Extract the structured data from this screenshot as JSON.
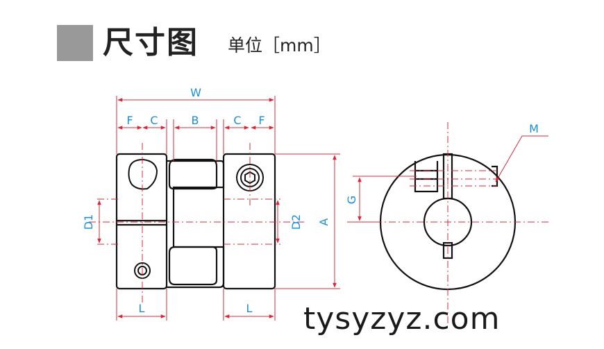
{
  "header": {
    "title": "尺寸图",
    "unit": "单位［mm］"
  },
  "watermark": "tysyzyz.com",
  "colors": {
    "outline": "#111111",
    "dimension_line": "#d6283a",
    "dimension_label": "#1a8fd6",
    "header_square": "#999999"
  },
  "labels": {
    "W": "W",
    "F_left": "F",
    "C_left": "C",
    "B": "B",
    "C_right": "C",
    "F_right": "F",
    "D1": "D1",
    "D2": "D2",
    "A": "A",
    "L_left": "L",
    "L_right": "L",
    "G": "G",
    "M": "M"
  }
}
